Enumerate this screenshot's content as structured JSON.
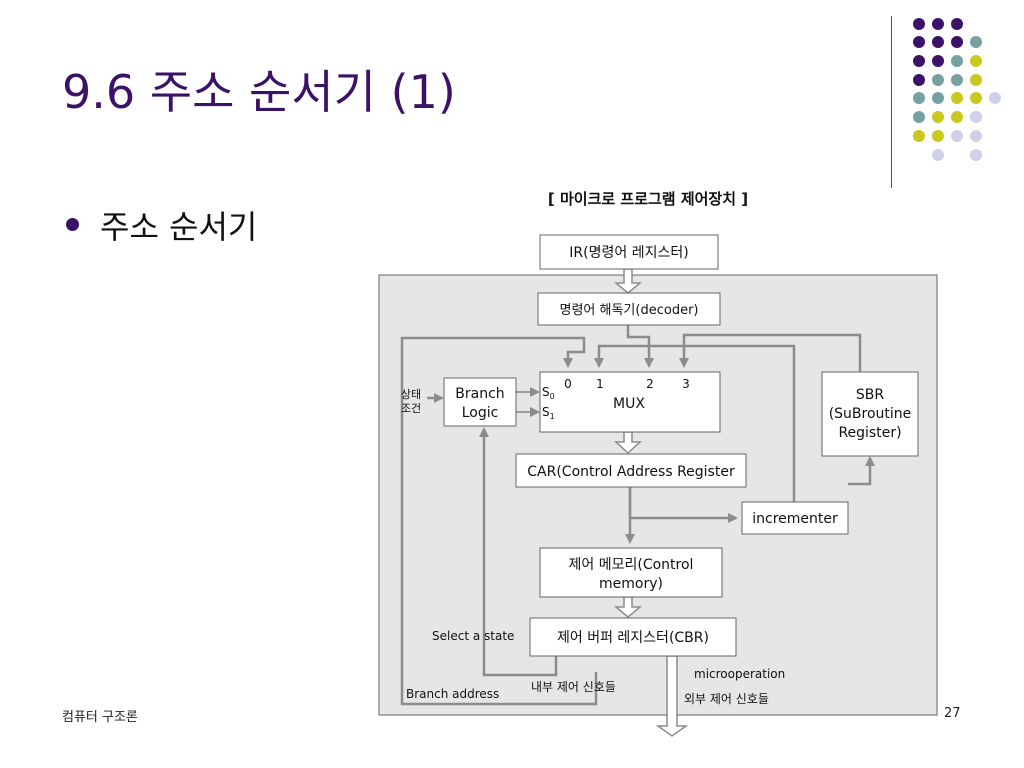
{
  "slide": {
    "title": "9.6 주소 순서기 (1)",
    "bullet": "주소 순서기",
    "footer_left": "컴퓨터 구조론",
    "page_number": "27"
  },
  "colors": {
    "title": "#3b1268",
    "dot_purple": "#3b1268",
    "dot_teal": "#76a1a1",
    "dot_yellow": "#c8c81e",
    "dot_lavender": "#d0d0e8",
    "diagram_bg": "#e6e6e6",
    "arrow": "#8c8c8c"
  },
  "diagram": {
    "caption": "[  마이크로 프로그램  제어장치 ]",
    "ir": "IR(명령어 레지스터)",
    "decoder": "명령어 해독기(decoder)",
    "branch_logic_line1": "Branch",
    "branch_logic_line2": "Logic",
    "status_line1": "상태",
    "status_line2": "조건",
    "mux_label": "MUX",
    "mux_inputs": [
      "0",
      "1",
      "2",
      "3"
    ],
    "s0": "S",
    "s0_sub": "0",
    "s1": "S",
    "s1_sub": "1",
    "sbr_line1": "SBR",
    "sbr_line2": "(SuBroutine",
    "sbr_line3": "Register)",
    "car": "CAR(Control Address Register",
    "incrementer": "incrementer",
    "control_memory_line1": "제어 메모리(Control",
    "control_memory_line2": "memory)",
    "cbr": "제어 버퍼 레지스터(CBR)",
    "select_state": "Select a state",
    "microoperation": "microoperation",
    "internal_signals": "내부 제어 신호들",
    "external_signals": "외부 제어 신호들",
    "branch_address": "Branch address"
  }
}
